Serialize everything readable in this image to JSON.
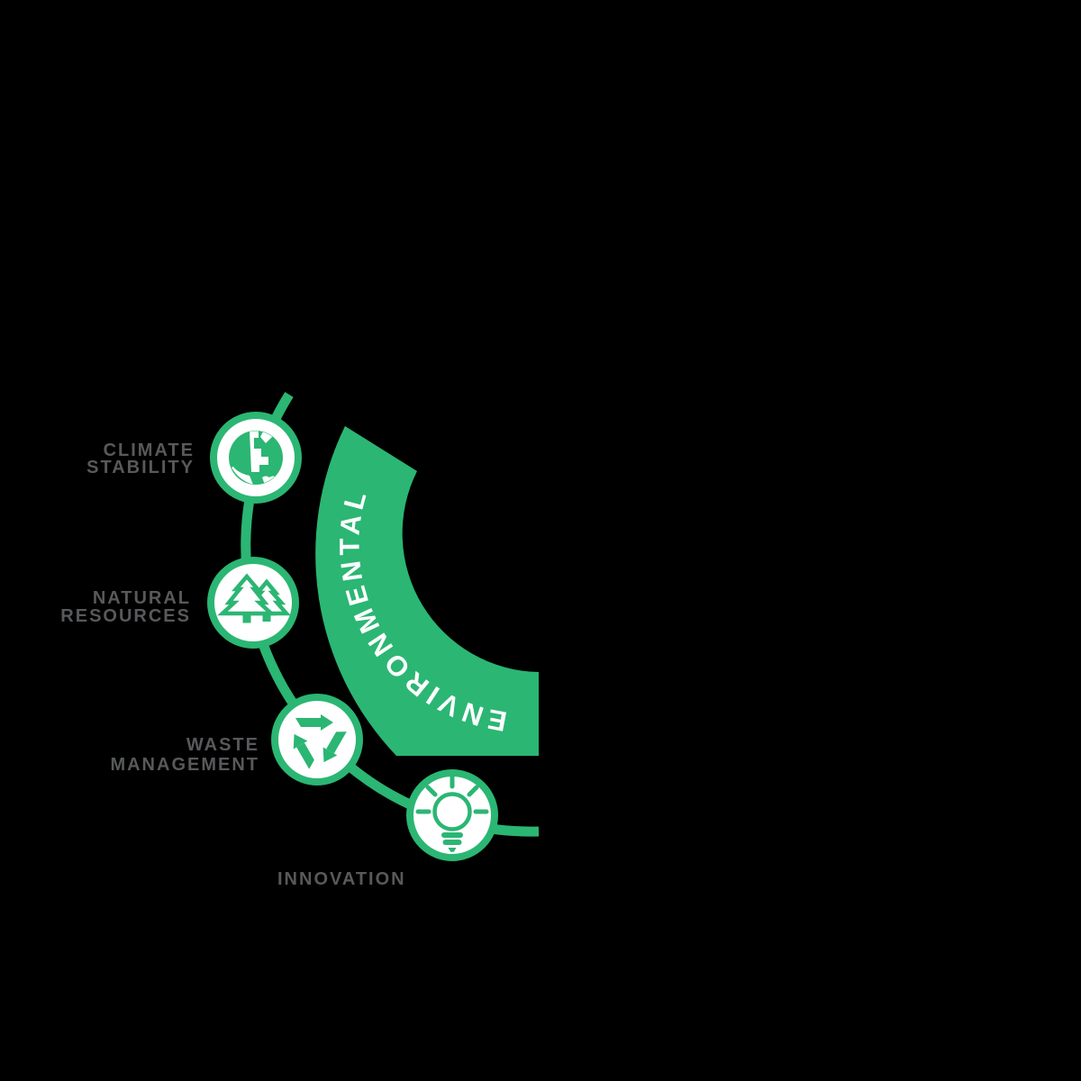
{
  "colors": {
    "background": "#000000",
    "green": "#2bb673",
    "label_gray": "#58595b",
    "arc_text": "#ffffff"
  },
  "arc": {
    "label": "ENVIRONMENTAL"
  },
  "nodes": [
    {
      "id": "climate-stability",
      "icon": "globe-icon",
      "label_lines": [
        "CLIMATE",
        "STABILITY"
      ]
    },
    {
      "id": "natural-resources",
      "icon": "trees-icon",
      "label_lines": [
        "NATURAL",
        "RESOURCES"
      ]
    },
    {
      "id": "waste-management",
      "icon": "recycle-icon",
      "label_lines": [
        "WASTE",
        "MANAGEMENT"
      ]
    },
    {
      "id": "innovation",
      "icon": "lightbulb-icon",
      "label_lines": [
        "INNOVATION"
      ]
    }
  ]
}
